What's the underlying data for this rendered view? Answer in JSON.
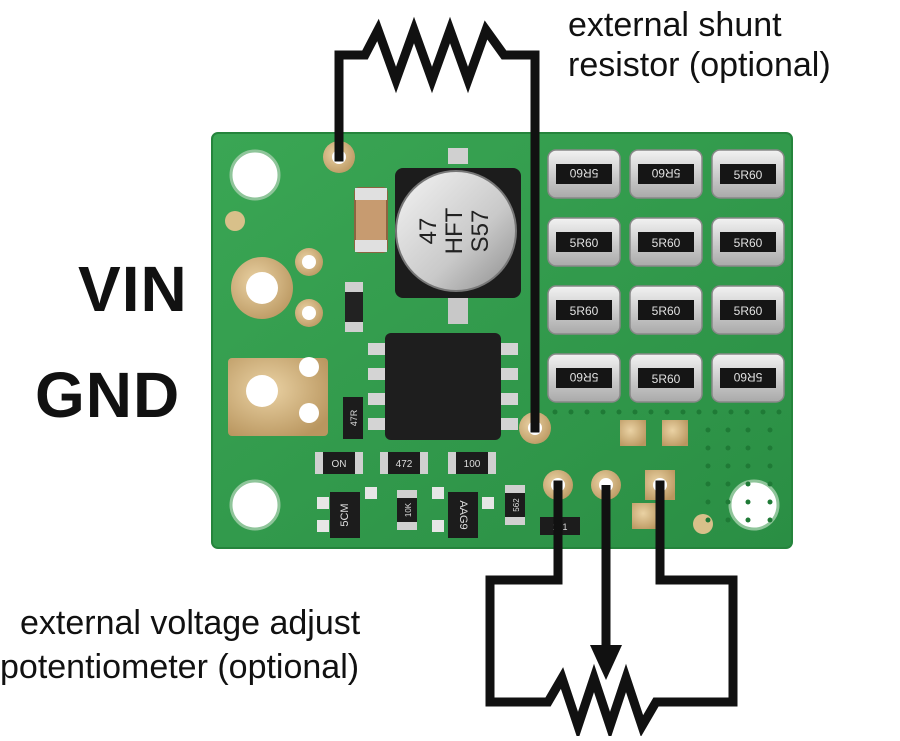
{
  "labels": {
    "vin": "VIN",
    "gnd": "GND",
    "shunt_line1": "external shunt",
    "shunt_line2": "resistor (optional)",
    "pot_line1": "external voltage adjust",
    "pot_line2": "potentiometer (optional)"
  },
  "capacitor": {
    "line1": "47",
    "line2": "HFT",
    "line3": "S57"
  },
  "shunt_resistor_marking": "5R60",
  "smd_markings": {
    "r_top": "472",
    "r_left": "47R",
    "r_mid": "ON",
    "r_right": "100",
    "u_left": "5CM",
    "u_right": "AAG9",
    "r_small1": "10K",
    "r_small2": "562",
    "r_small3": "181"
  },
  "colors": {
    "board": "#2f9a4a",
    "board_edge": "#25843c",
    "pad": "#d4b483",
    "wire": "#111111"
  }
}
